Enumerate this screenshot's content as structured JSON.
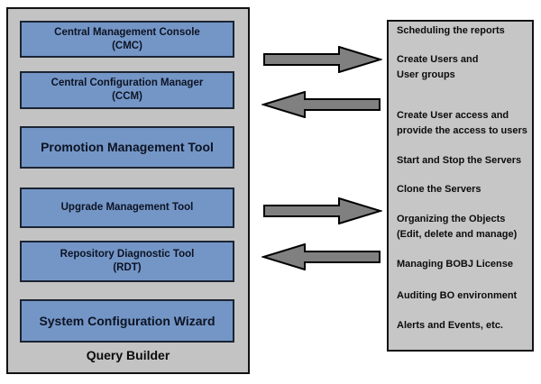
{
  "left_panel": {
    "footer_label": "Query Builder",
    "boxes": [
      {
        "label": "Central Management Console\n(CMC)"
      },
      {
        "label": "Central Configuration Manager\n(CCM)"
      },
      {
        "label": "Promotion Management Tool"
      },
      {
        "label": "Upgrade Management Tool"
      },
      {
        "label": "Repository Diagnostic Tool\n(RDT)"
      },
      {
        "label": "System Configuration Wizard"
      }
    ]
  },
  "arrows": [
    {
      "icon": "arrow-right-icon",
      "direction": "right"
    },
    {
      "icon": "arrow-left-icon",
      "direction": "left"
    },
    {
      "icon": "arrow-right-icon",
      "direction": "right"
    },
    {
      "icon": "arrow-left-icon",
      "direction": "left"
    }
  ],
  "right_panel": {
    "items": [
      {
        "text": "Scheduling the reports"
      },
      {
        "text": "Create Users and\nUser groups"
      },
      {
        "text": "Create User access and\nprovide the access to users"
      },
      {
        "text": "Start and Stop the Servers"
      },
      {
        "text": "Clone the Servers"
      },
      {
        "text": "Organizing the Objects\n(Edit, delete and manage)"
      },
      {
        "text": "Managing BOBJ License"
      },
      {
        "text": "Auditing BO environment"
      },
      {
        "text": "Alerts and Events, etc."
      }
    ]
  },
  "colors": {
    "panel_fill": "#c3c3c3",
    "box_fill": "#7496c7",
    "arrow_fill": "#808080",
    "border": "#121212"
  }
}
